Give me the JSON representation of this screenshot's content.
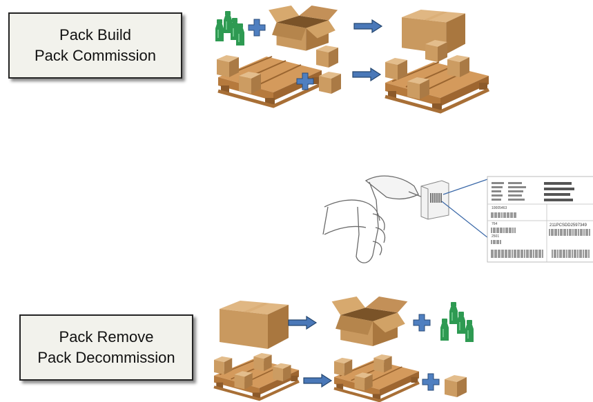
{
  "pack_build": {
    "line1": "Pack Build",
    "line2": "Pack Commission"
  },
  "pack_remove": {
    "line1": "Pack Remove",
    "line2": "Pack Decommission"
  },
  "colors": {
    "arrow": "#4a78b8",
    "plus": "#4f7fc0",
    "box": "#c9995f",
    "box_dark": "#a9773f",
    "pallet": "#c98a4a",
    "bottle": "#2e9a52"
  },
  "label_sheet": {
    "numbers": [
      "10005463",
      "764",
      "2501",
      "211PCSDD2597349"
    ]
  }
}
